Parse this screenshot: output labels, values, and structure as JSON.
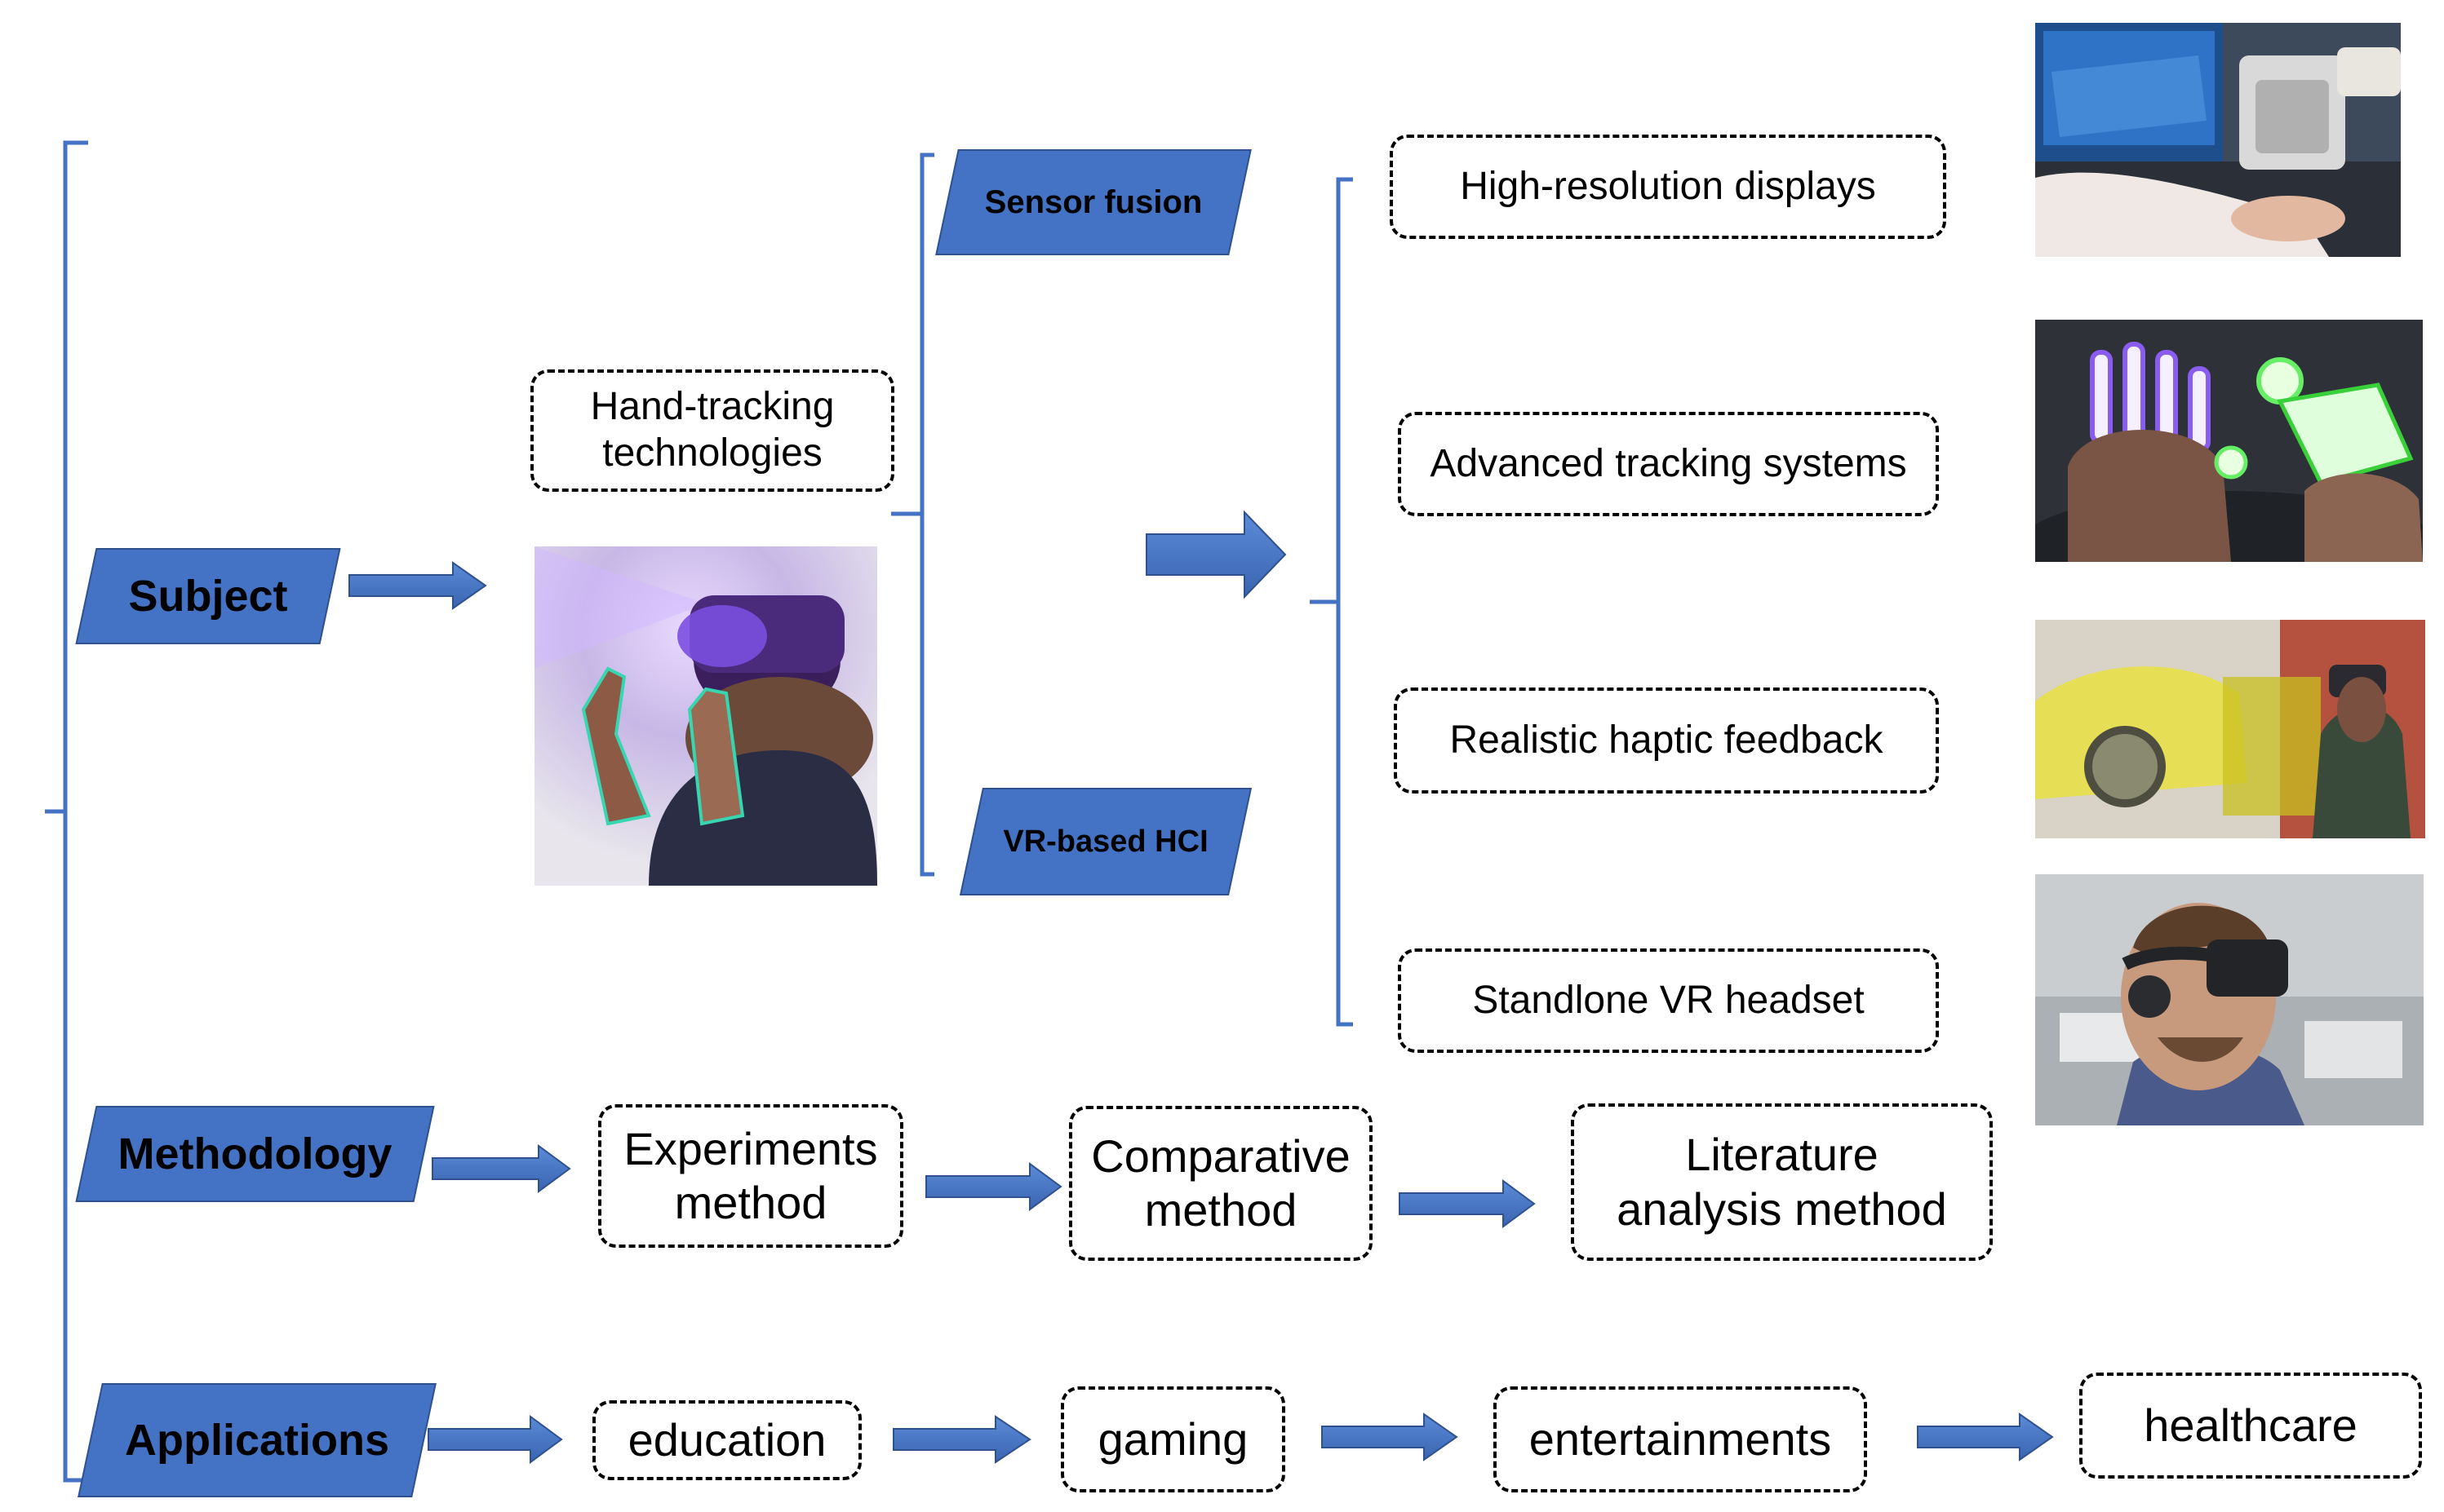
{
  "categories": {
    "subject": "Subject",
    "methodology": "Methodology",
    "applications": "Applications"
  },
  "subject": {
    "hand_tracking": "Hand-tracking\ntechnologies",
    "sensor_fusion": "Sensor fusion",
    "vr_hci": "VR-based HCI",
    "features": [
      "High-resolution displays",
      "Advanced tracking systems",
      "Realistic haptic feedback",
      "Standlone VR headset"
    ],
    "images": [
      "person-with-hand-tracking-headset",
      "haptic-device-on-arm",
      "virtual-hands-tracking",
      "haptic-car-interaction",
      "vr-headset-user"
    ]
  },
  "methodology": {
    "steps": [
      "Experiments\nmethod",
      "Comparative\nmethod",
      "Literature\nanalysis method"
    ]
  },
  "applications": {
    "items": [
      "education",
      "gaming",
      "entertainments",
      "healthcare"
    ]
  },
  "colors": {
    "accent": "#4472c4",
    "accent_border": "#2f528f",
    "bracket": "#4472c4"
  }
}
